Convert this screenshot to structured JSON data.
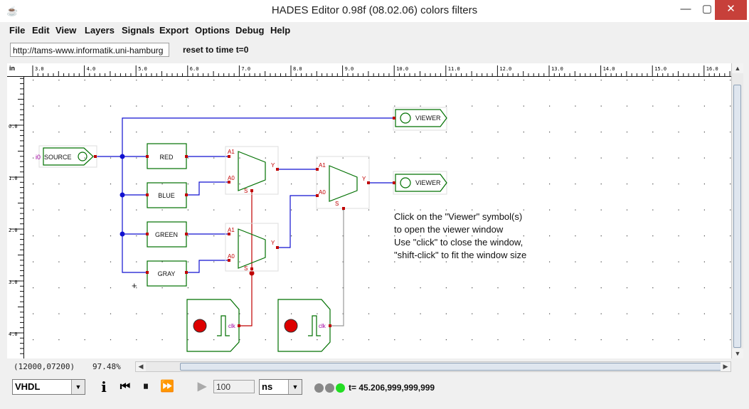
{
  "window": {
    "title": "HADES Editor 0.98f (08.02.06)   colors filters",
    "minimize": "—",
    "maximize": "▢",
    "close": "✕"
  },
  "menu": [
    "File",
    "Edit",
    "View",
    "Layers",
    "Signals",
    "Export",
    "Options",
    "Debug",
    "Help"
  ],
  "toolbar": {
    "url": "http://tams-www.informatik.uni-hamburg",
    "reset_label": "reset to time t=0"
  },
  "ruler": {
    "unit": "in",
    "h_ticks": [
      "3.0",
      "4.0",
      "5.0",
      "6.0",
      "7.0",
      "8.0",
      "9.0",
      "10.0",
      "11.0",
      "12.0",
      "13.0",
      "14.0",
      "15.0",
      "16.0"
    ],
    "v_ticks": [
      "0.0",
      "1.0",
      "2.0",
      "3.0",
      "4.0"
    ]
  },
  "schematic": {
    "source": {
      "label": "SOURCE",
      "pin": "i0"
    },
    "colors": [
      "RED",
      "BLUE",
      "GREEN",
      "GRAY"
    ],
    "viewers": [
      "VIEWER",
      "VIEWER"
    ],
    "mux_pins": {
      "a1": "A1",
      "a0": "A0",
      "y": "Y",
      "s": "S"
    },
    "clock_pin": "clk",
    "note": [
      "Click on the \"Viewer\" symbol(s)",
      "to open the viewer window",
      "Use \"click\" to close the window,",
      "\"shift-click\" to fit the window size"
    ],
    "cursor": "+",
    "colors_wire": {
      "blue": "#1010d0",
      "red": "#c00000",
      "green": "#007000",
      "gray": "#999999"
    }
  },
  "status": {
    "coords": "(12000,07200)",
    "zoom": "97.48%"
  },
  "bottom": {
    "language": "VHDL",
    "info_icon": "i",
    "rewind_icon": "⏮",
    "pause_icon": "⏸",
    "ffwd_icon": "⏩",
    "step_icon": "▶",
    "step_value": "100",
    "unit": "ns",
    "time": "t= 45.206,999,999,999",
    "lights": [
      "#888888",
      "#888888",
      "#22dd22"
    ]
  }
}
